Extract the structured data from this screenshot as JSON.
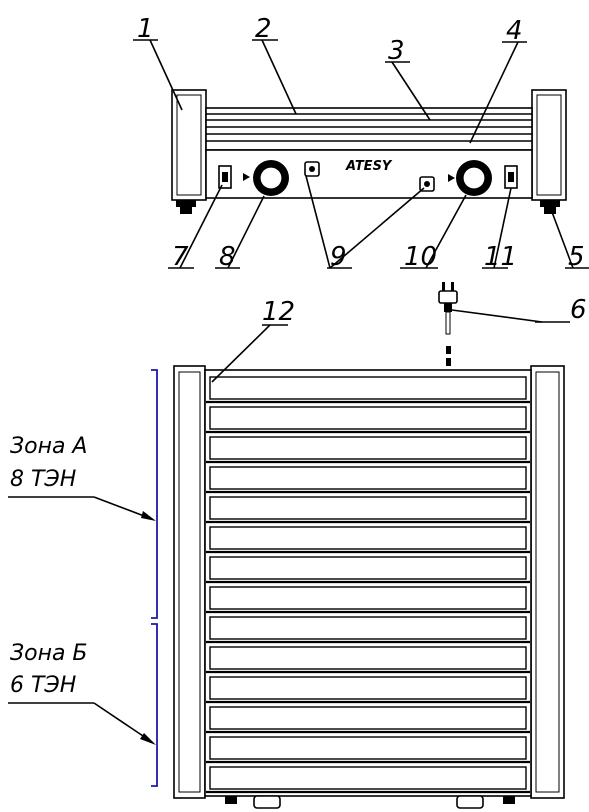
{
  "callouts": [
    "1",
    "2",
    "3",
    "4",
    "5",
    "6",
    "7",
    "8",
    "9",
    "10",
    "11",
    "12"
  ],
  "zone_a": {
    "name": "Зона А",
    "heaters": "8 ТЭН"
  },
  "zone_b": {
    "name": "Зона Б",
    "heaters": "6 ТЭН"
  },
  "logo": "ATESY",
  "colors": {
    "line": "#000000",
    "bracket": "#1a1aa8",
    "background": "#ffffff"
  }
}
